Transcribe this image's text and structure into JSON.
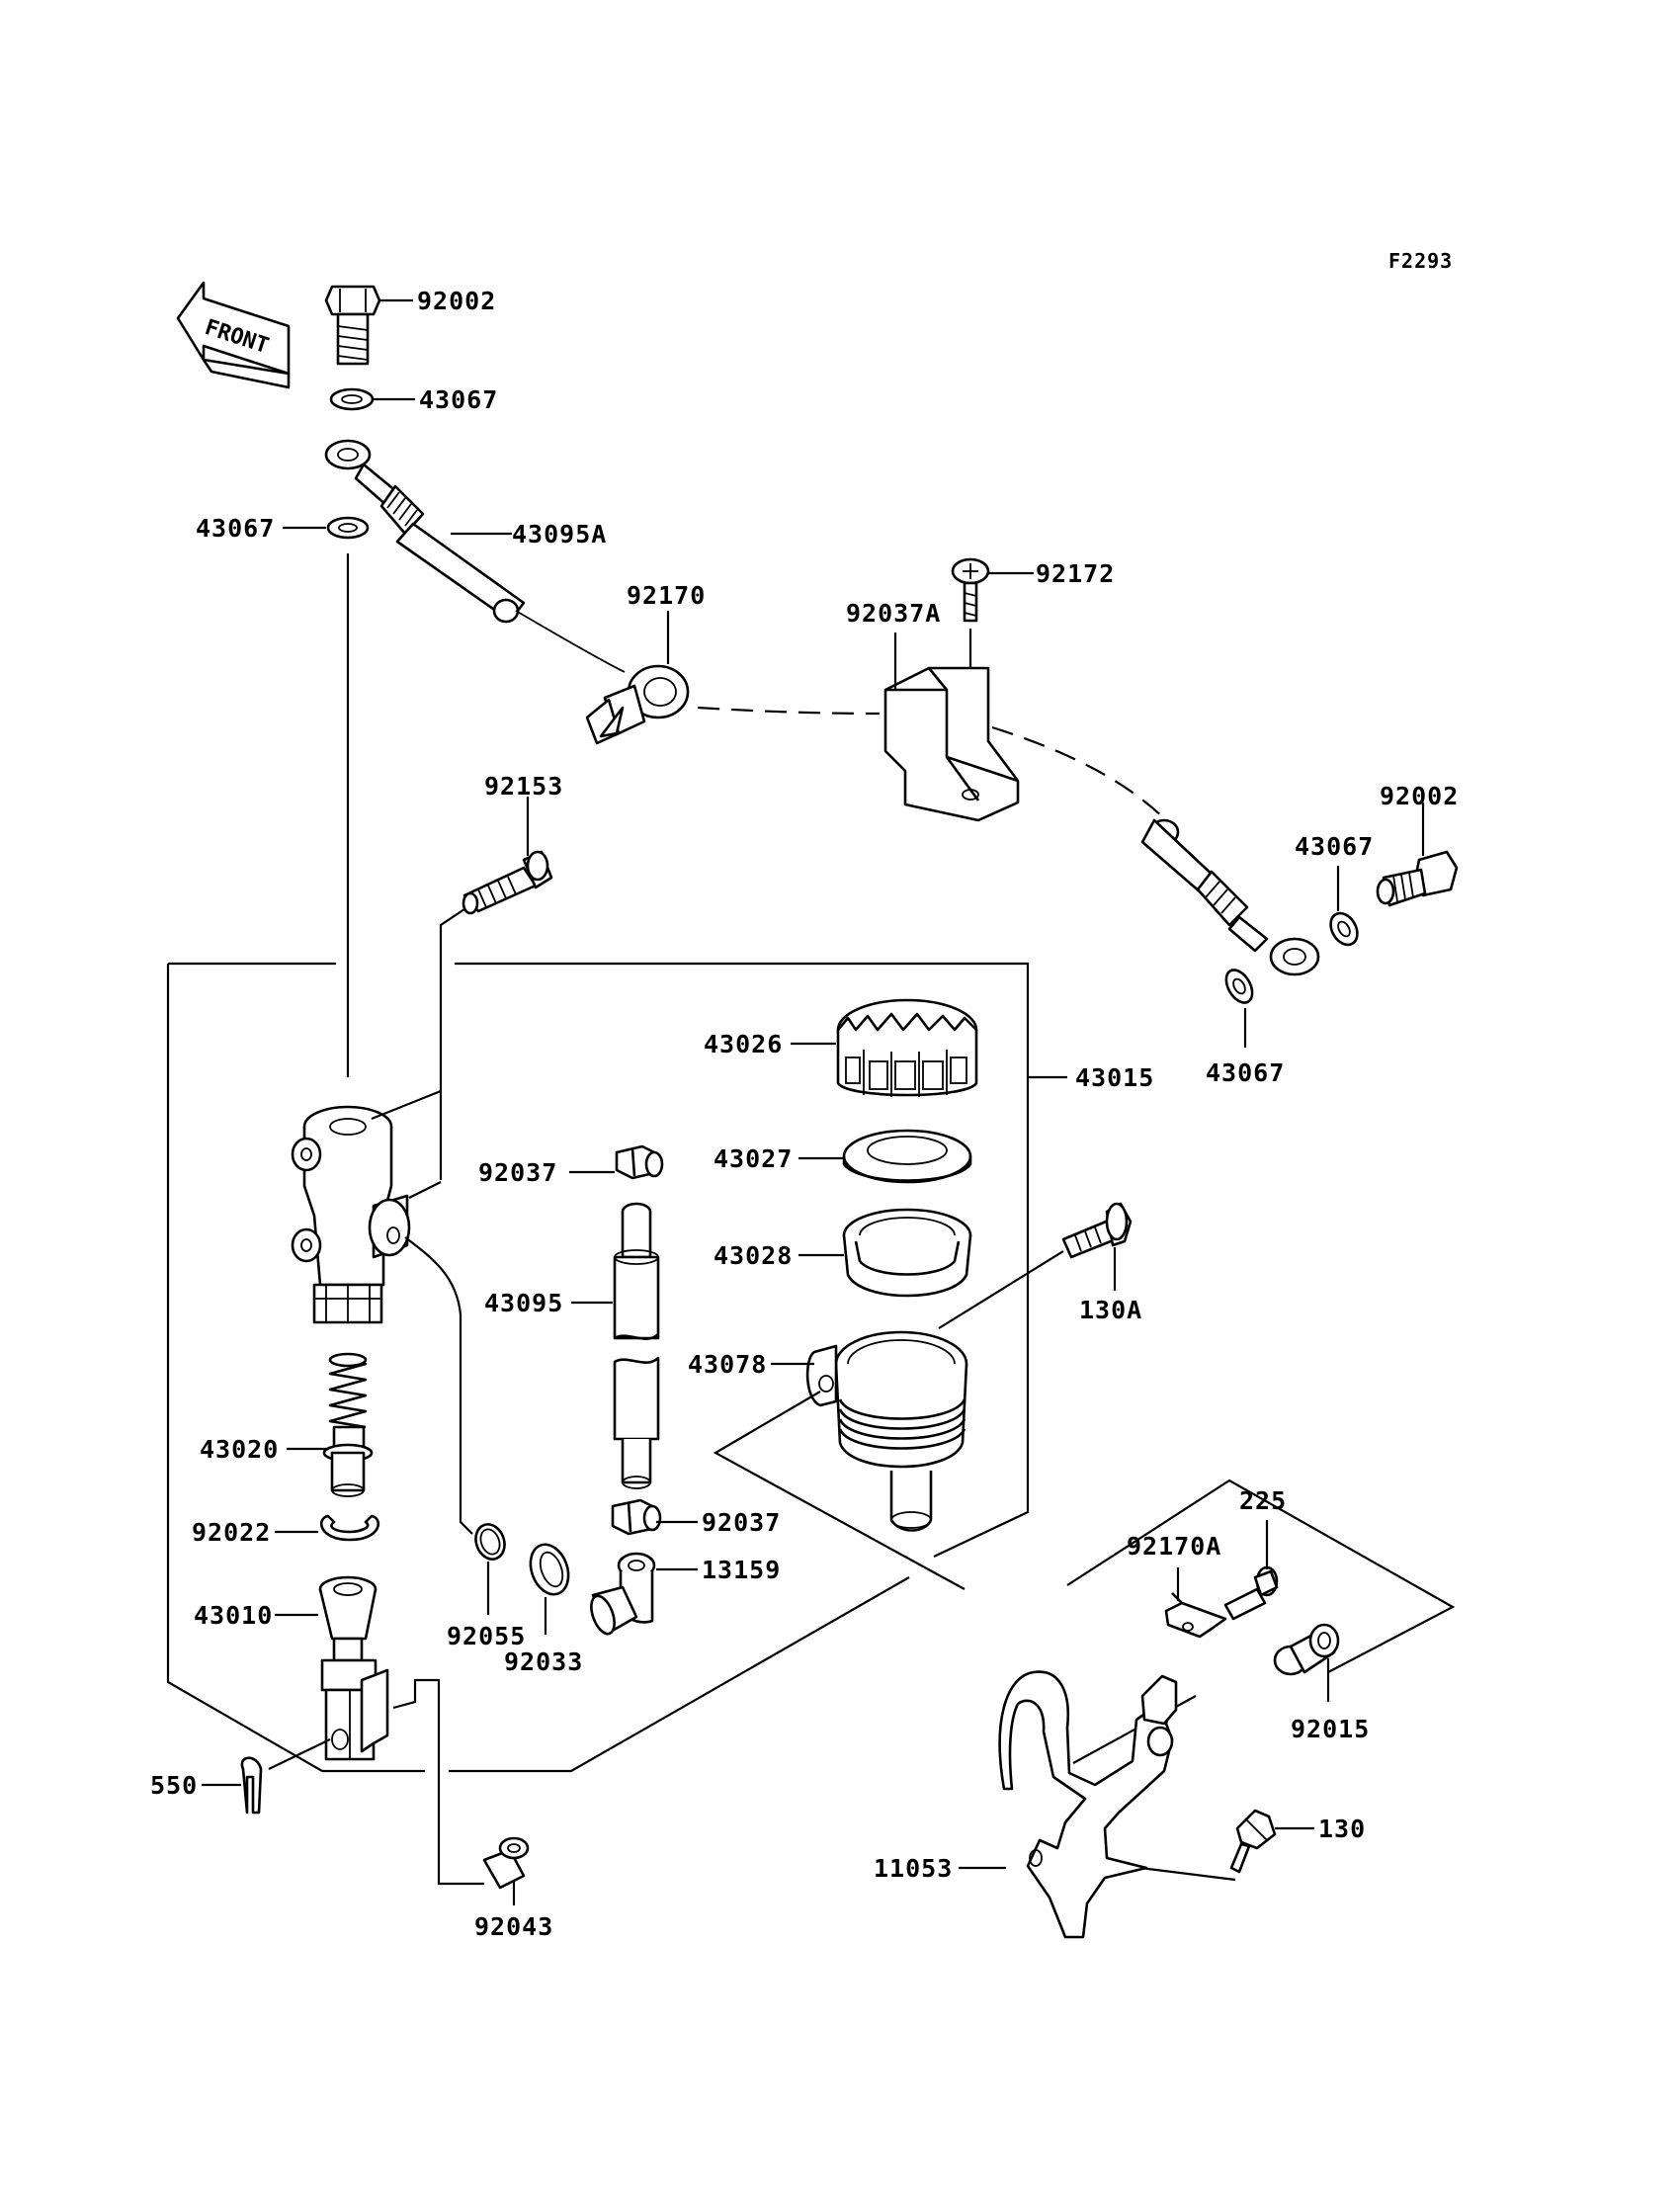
{
  "figure_code": "F2293",
  "direction_label": "FRONT",
  "labels": {
    "p92002_top": "92002",
    "p43067_top": "43067",
    "p43067_left": "43067",
    "p43095A": "43095A",
    "p92170": "92170",
    "p92172": "92172",
    "p92037A": "92037A",
    "p92153": "92153",
    "p92002_right": "92002",
    "p43067_right": "43067",
    "p43067_lower": "43067",
    "p43026": "43026",
    "p43015": "43015",
    "p92037_upper": "92037",
    "p43027": "43027",
    "p43028": "43028",
    "p130A": "130A",
    "p43095": "43095",
    "p43078": "43078",
    "p43020": "43020",
    "p92037_lower": "92037",
    "p13159": "13159",
    "p92022": "92022",
    "p92055": "92055",
    "p92033": "92033",
    "p43010": "43010",
    "p225": "225",
    "p92170A": "92170A",
    "p92015": "92015",
    "p550": "550",
    "p130": "130",
    "p11053": "11053",
    "p92043": "92043"
  },
  "colors": {
    "line": "#000000",
    "background": "#ffffff"
  }
}
